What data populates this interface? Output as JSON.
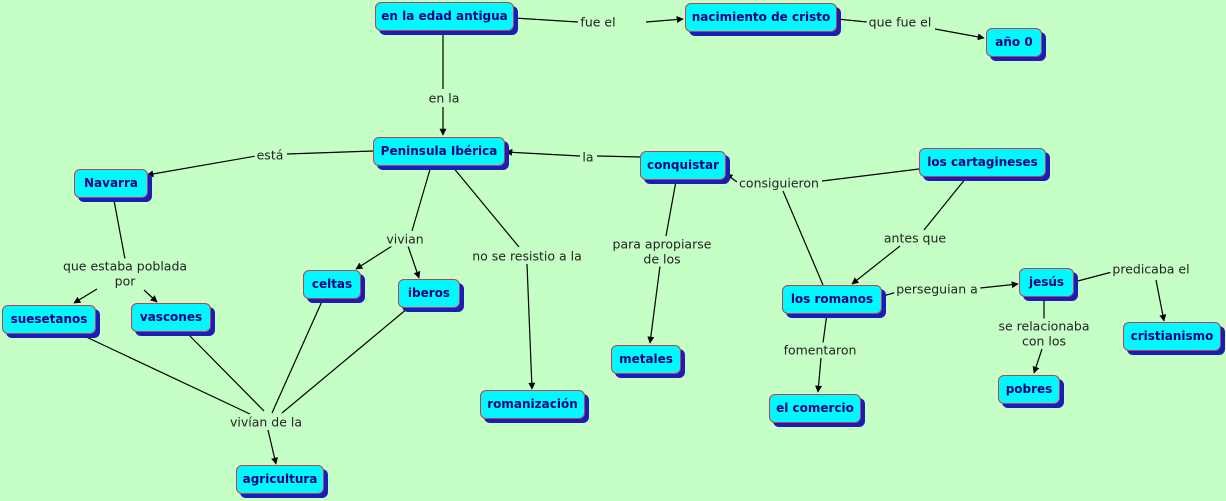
{
  "concepts": {
    "edad": "en la edad antigua",
    "nacimiento": "nacimiento de cristo",
    "ano": "año 0",
    "peninsula": "Peninsula Ibérica",
    "navarra": "Navarra",
    "conquistar": "conquistar",
    "cartagineses": "los cartagineses",
    "suesetanos": "suesetanos",
    "vascones": "vascones",
    "celtas": "celtas",
    "iberos": "iberos",
    "romanos": "los romanos",
    "jesus": "jesús",
    "cristianismo": "cristianismo",
    "metales": "metales",
    "romanizacion": "romanización",
    "comercio": "el comercio",
    "pobres": "pobres",
    "agricultura": "agricultura"
  },
  "links": {
    "fue_el": "fue el",
    "que_fue_el": "que fue el",
    "en_la": "en la",
    "esta": "está",
    "la": "la",
    "consiguieron": "consiguieron",
    "vivian": "vivian",
    "no_resistio": "no se resistio a la",
    "apropiarse_1": "para apropiarse",
    "apropiarse_2": "de los",
    "antes_que": "antes que",
    "poblada_1": "que estaba poblada",
    "poblada_2": "por",
    "persiguian": "perseguian a",
    "predicaba": "predicaba el",
    "relacionaba_1": "se relacionaba",
    "relacionaba_2": "con los",
    "fomentaron": "fomentaron",
    "vivian_de": "vivían de la"
  }
}
